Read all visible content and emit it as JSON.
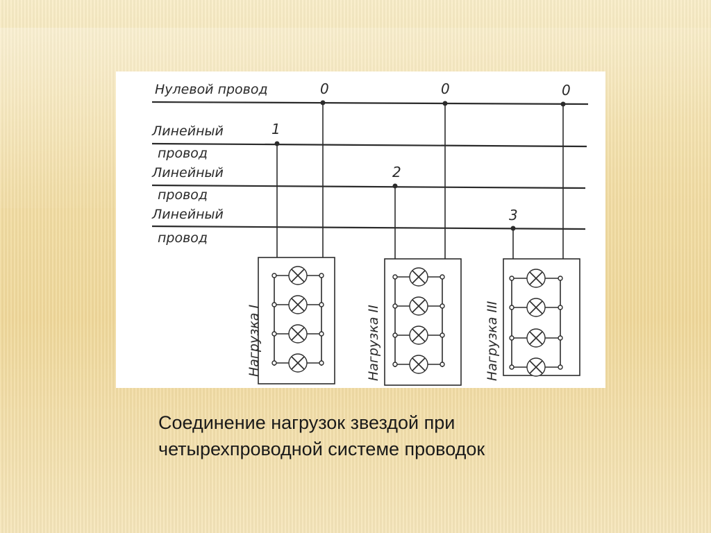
{
  "diagram": {
    "neutral_label": "Нулевой провод",
    "line_labels": [
      [
        "Линейный",
        "провод"
      ],
      [
        "Линейный",
        "провод"
      ],
      [
        "Линейный",
        "провод"
      ]
    ],
    "neutral_marks": [
      "0",
      "0",
      "0"
    ],
    "phase_marks": [
      "1",
      "2",
      "3"
    ],
    "load_labels": [
      "Нагрузка I",
      "Нагрузка II",
      "Нагрузка III"
    ]
  },
  "caption": {
    "line1": "Соединение нагрузок звездой при",
    "line2": "четырехпроводной системе проводок"
  }
}
